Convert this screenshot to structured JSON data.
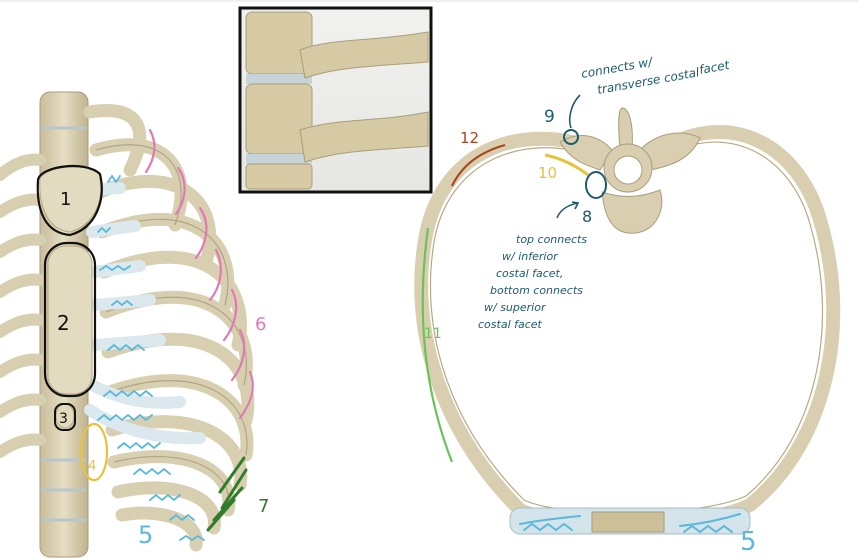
{
  "colors": {
    "bone": "#ddd3b6",
    "bone_dark": "#b9ad8b",
    "bone_light": "#ece5cd",
    "cartilage": "#cfe3ea",
    "ink_black": "#111111",
    "ink_blue": "#5ab8dc",
    "ink_pink": "#e07ab3",
    "ink_green": "#2f7d2a",
    "ink_light_green": "#6cc25a",
    "ink_teal": "#1e5a6e",
    "ink_orange": "#a8461b",
    "ink_yellow": "#e8c23a"
  },
  "left_panel": {
    "labels": {
      "manubrium_number": "1",
      "body_number": "2",
      "xiphoid_number": "3",
      "costal_margin_number": "4",
      "floating_rib_number": "5",
      "true_rib_number": "6",
      "false_rib_number": "7"
    }
  },
  "right_panel": {
    "labels": {
      "tubercle_number": "9",
      "head_number": "8",
      "neck_number": "10",
      "body_number": "11",
      "angle_number": "12",
      "costal_cartilage_number": "5"
    },
    "notes": {
      "tubercle_note_line1": "connects w/",
      "tubercle_note_line2": "transverse costal",
      "tubercle_note_line3": "facet",
      "head_note_line1": "top connects",
      "head_note_line2": "w/ inferior",
      "head_note_line3": "costal facet,",
      "head_note_line4": "bottom connects",
      "head_note_line5": "w/ superior",
      "head_note_line6": "costal facet"
    }
  }
}
